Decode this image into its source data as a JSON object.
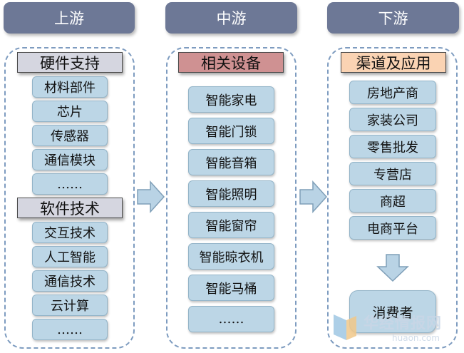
{
  "headers": {
    "upstream": "上游",
    "midstream": "中游",
    "downstream": "下游"
  },
  "upstream": {
    "hardware_title": "硬件支持",
    "hardware_items": [
      "材料部件",
      "芯片",
      "传感器",
      "通信模块",
      "……"
    ],
    "software_title": "软件技术",
    "software_items": [
      "交互技术",
      "人工智能",
      "通信技术",
      "云计算",
      "……"
    ]
  },
  "midstream": {
    "title": "相关设备",
    "items": [
      "智能家电",
      "智能门锁",
      "智能音箱",
      "智能照明",
      "智能窗帘",
      "智能晾衣机",
      "智能马桶",
      "……"
    ]
  },
  "downstream": {
    "title": "渠道及应用",
    "items": [
      "房地产商",
      "家装公司",
      "零售批发",
      "专营店",
      "商超",
      "电商平台"
    ],
    "consumer": "消费者"
  },
  "watermark": {
    "cn": "华经情报网",
    "url": "huaon.com"
  },
  "colors": {
    "header_bg": "#6d7896",
    "item_bg": "#bcd6e6",
    "hardware_title_bg": "#d5d6e0",
    "software_title_bg": "#d5d6e0",
    "midstream_title_bg": "#cf9192",
    "downstream_title_bg": "#fad3b3",
    "arrow_fill": "#b9d3e5"
  }
}
